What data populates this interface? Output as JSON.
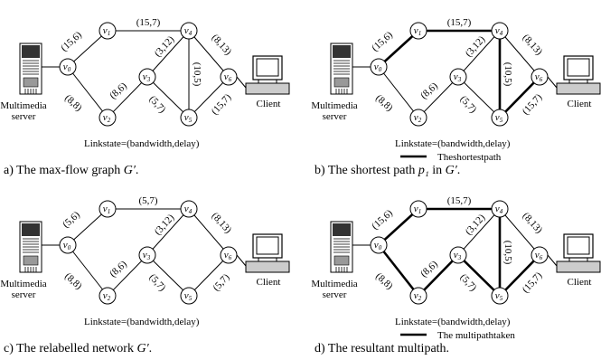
{
  "panels": [
    {
      "id": "a",
      "server_label": [
        "Multimedia",
        "server"
      ],
      "client_label": "Client",
      "linkstate": "Linkstate=(bandwidth,delay)",
      "legend": "",
      "caption_prefix": "a) The max-flow graph ",
      "caption_math": "G′",
      "caption_suffix": ".",
      "edges": [
        {
          "from": "v0",
          "to": "v1",
          "label": "(15,6)",
          "bold": false
        },
        {
          "from": "v1",
          "to": "v4",
          "label": "(15,7)",
          "bold": false
        },
        {
          "from": "v0",
          "to": "v2",
          "label": "(8,8)",
          "bold": false
        },
        {
          "from": "v2",
          "to": "v3",
          "label": "(8,6)",
          "bold": false
        },
        {
          "from": "v3",
          "to": "v4",
          "label": "(3,12)",
          "bold": false
        },
        {
          "from": "v4",
          "to": "v5",
          "label": "(10,5)",
          "bold": false
        },
        {
          "from": "v3",
          "to": "v5",
          "label": "(5,7)",
          "bold": false
        },
        {
          "from": "v4",
          "to": "v6",
          "label": "(8,13)",
          "bold": false
        },
        {
          "from": "v5",
          "to": "v6",
          "label": "(15,7)",
          "bold": false
        }
      ]
    },
    {
      "id": "b",
      "server_label": [
        "Multimedia",
        "server"
      ],
      "client_label": "Client",
      "linkstate": "Linkstate=(bandwidth,delay)",
      "legend": "Theshortestpath",
      "caption_prefix": "b) The shortest path ",
      "caption_math": "p₁",
      "caption_middle": " in ",
      "caption_math2": "G′",
      "caption_suffix": ".",
      "edges": [
        {
          "from": "v0",
          "to": "v1",
          "label": "(15,6)",
          "bold": true
        },
        {
          "from": "v1",
          "to": "v4",
          "label": "(15,7)",
          "bold": true
        },
        {
          "from": "v0",
          "to": "v2",
          "label": "(8,8)",
          "bold": false
        },
        {
          "from": "v2",
          "to": "v3",
          "label": "(8,6)",
          "bold": false
        },
        {
          "from": "v3",
          "to": "v4",
          "label": "(3,12)",
          "bold": false
        },
        {
          "from": "v4",
          "to": "v5",
          "label": "(10,5)",
          "bold": true
        },
        {
          "from": "v3",
          "to": "v5",
          "label": "(5,7)",
          "bold": false
        },
        {
          "from": "v4",
          "to": "v6",
          "label": "(8,13)",
          "bold": false
        },
        {
          "from": "v5",
          "to": "v6",
          "label": "(15,7)",
          "bold": true
        }
      ]
    },
    {
      "id": "c",
      "server_label": [
        "Multimedia",
        "server"
      ],
      "client_label": "Client",
      "linkstate": "Linkstate=(bandwidth,delay)",
      "legend": "",
      "caption_prefix": "c) The relabelled network ",
      "caption_math": "G′",
      "caption_suffix": ".",
      "edges": [
        {
          "from": "v0",
          "to": "v1",
          "label": "(5,6)",
          "bold": false
        },
        {
          "from": "v1",
          "to": "v4",
          "label": "(5,7)",
          "bold": false
        },
        {
          "from": "v0",
          "to": "v2",
          "label": "(8,8)",
          "bold": false
        },
        {
          "from": "v2",
          "to": "v3",
          "label": "(8,6)",
          "bold": false
        },
        {
          "from": "v3",
          "to": "v4",
          "label": "(3,12)",
          "bold": false
        },
        {
          "from": "v3",
          "to": "v5",
          "label": "(5,7)",
          "bold": false
        },
        {
          "from": "v4",
          "to": "v6",
          "label": "(8,13)",
          "bold": false
        },
        {
          "from": "v5",
          "to": "v6",
          "label": "(5,7)",
          "bold": false
        }
      ]
    },
    {
      "id": "d",
      "server_label": [
        "Multimedia",
        "server"
      ],
      "client_label": "Client",
      "linkstate": "Linkstate=(bandwidth,delay)",
      "legend": "The multipathtaken",
      "caption_prefix": "d) The resultant multipath.",
      "caption_math": "",
      "caption_suffix": "",
      "edges": [
        {
          "from": "v0",
          "to": "v1",
          "label": "(15,6)",
          "bold": true
        },
        {
          "from": "v1",
          "to": "v4",
          "label": "(15,7)",
          "bold": true
        },
        {
          "from": "v0",
          "to": "v2",
          "label": "(8,8)",
          "bold": true
        },
        {
          "from": "v2",
          "to": "v3",
          "label": "(8,6)",
          "bold": true
        },
        {
          "from": "v3",
          "to": "v4",
          "label": "(3,12)",
          "bold": false
        },
        {
          "from": "v4",
          "to": "v5",
          "label": "(10,5)",
          "bold": true
        },
        {
          "from": "v3",
          "to": "v5",
          "label": "(5,7)",
          "bold": true
        },
        {
          "from": "v4",
          "to": "v6",
          "label": "(8,13)",
          "bold": false
        },
        {
          "from": "v5",
          "to": "v6",
          "label": "(15,7)",
          "bold": true
        }
      ]
    }
  ]
}
